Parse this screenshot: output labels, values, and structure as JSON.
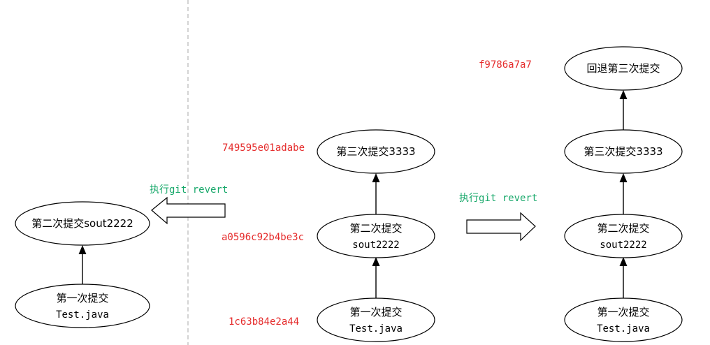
{
  "colors": {
    "hash": "#e52b2b",
    "action": "#17a86a",
    "line": "#000000",
    "divider": "#b8b8b8"
  },
  "left_panel": {
    "action_label": "执行git revert",
    "nodes": {
      "second": {
        "line1": "第二次提交sout2222"
      },
      "first": {
        "line1": "第一次提交",
        "line2": "Test.java"
      }
    }
  },
  "middle_panel": {
    "nodes": {
      "third": {
        "line1": "第三次提交3333",
        "hash": "749595e01adabe"
      },
      "second": {
        "line1": "第二次提交",
        "line2": "sout2222",
        "hash": "a0596c92b4be3c"
      },
      "first": {
        "line1": "第一次提交",
        "line2": "Test.java",
        "hash": "1c63b84e2a44"
      }
    }
  },
  "right_action": {
    "label": "执行git revert"
  },
  "right_panel": {
    "nodes": {
      "revert": {
        "line1": "回退第三次提交",
        "hash": "f9786a7a7"
      },
      "third": {
        "line1": "第三次提交3333"
      },
      "second": {
        "line1": "第二次提交",
        "line2": "sout2222"
      },
      "first": {
        "line1": "第一次提交",
        "line2": "Test.java"
      }
    }
  }
}
